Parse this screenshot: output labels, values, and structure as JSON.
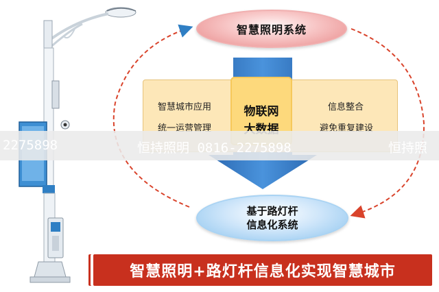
{
  "top_node": {
    "label": "智慧照明系统"
  },
  "bottom_node": {
    "line1": "基于路灯杆",
    "line2": "信息化系统"
  },
  "left_items": [
    "智慧城市应用",
    "统一运营管理"
  ],
  "right_items": [
    "信息整合",
    "避免重复建设"
  ],
  "center": {
    "line1": "物联网",
    "line2": "大数据"
  },
  "watermark": {
    "left": "2275898",
    "middle": "恒持照明 0816-2275898",
    "right": "恒持照"
  },
  "banner": {
    "text": "智慧照明+路灯杆信息化实现智慧城市"
  },
  "colors": {
    "banner": "#c8301e",
    "arrow_blue": "#2f7fc4",
    "dash_red": "#d9432b",
    "panel": "#fde7b8"
  }
}
